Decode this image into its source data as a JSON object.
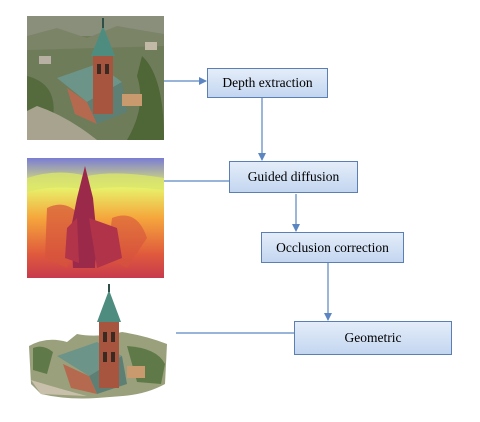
{
  "steps": [
    {
      "label": "Depth extraction"
    },
    {
      "label": "Guided diffusion"
    },
    {
      "label": "Occlusion correction"
    },
    {
      "label": "Geometric"
    }
  ],
  "images": [
    {
      "icon": "aerial-church-photo"
    },
    {
      "icon": "church-depth-map"
    },
    {
      "icon": "church-3d-reconstruction"
    }
  ],
  "colors": {
    "box_fill_top": "#e4edf9",
    "box_fill_bottom": "#c3d6f0",
    "box_border": "#5b7fb3",
    "connector": "#5b86c2"
  }
}
